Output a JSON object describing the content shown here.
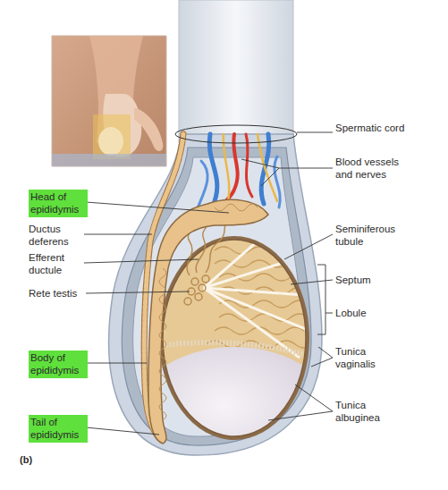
{
  "diagram": {
    "labels": [
      "Spermatic cord",
      "Blood vessels and nerves",
      "Head of epididymis",
      "Ductus deferens",
      "Seminiferous tubule",
      "Efferent ductule",
      "Septum",
      "Rete testis",
      "Lobule",
      "Tunica vaginalis",
      "Body of epididymis",
      "Tunica albuginea",
      "Tail of epididymis",
      "(b)"
    ]
  }
}
